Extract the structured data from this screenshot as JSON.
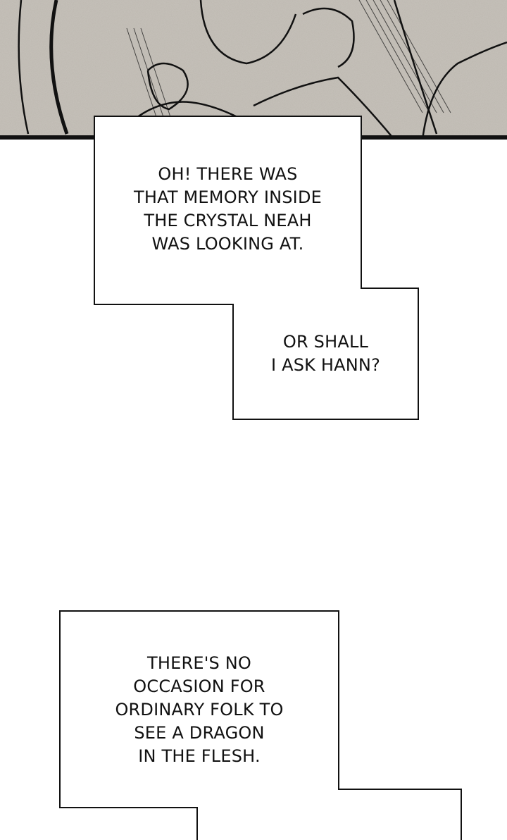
{
  "panel": {
    "description_icon": "dragon-illustration",
    "tone": "#b8b3ab"
  },
  "captions": [
    {
      "text": "OH! THERE WAS\nTHAT MEMORY INSIDE\nTHE CRYSTAL NEAH\nWAS LOOKING AT."
    },
    {
      "text": "OR SHALL\nI ASK HANN?"
    },
    {
      "text": "THERE'S NO\nOCCASION FOR\nORDINARY FOLK TO\nSEE A DRAGON\nIN THE FLESH."
    }
  ]
}
